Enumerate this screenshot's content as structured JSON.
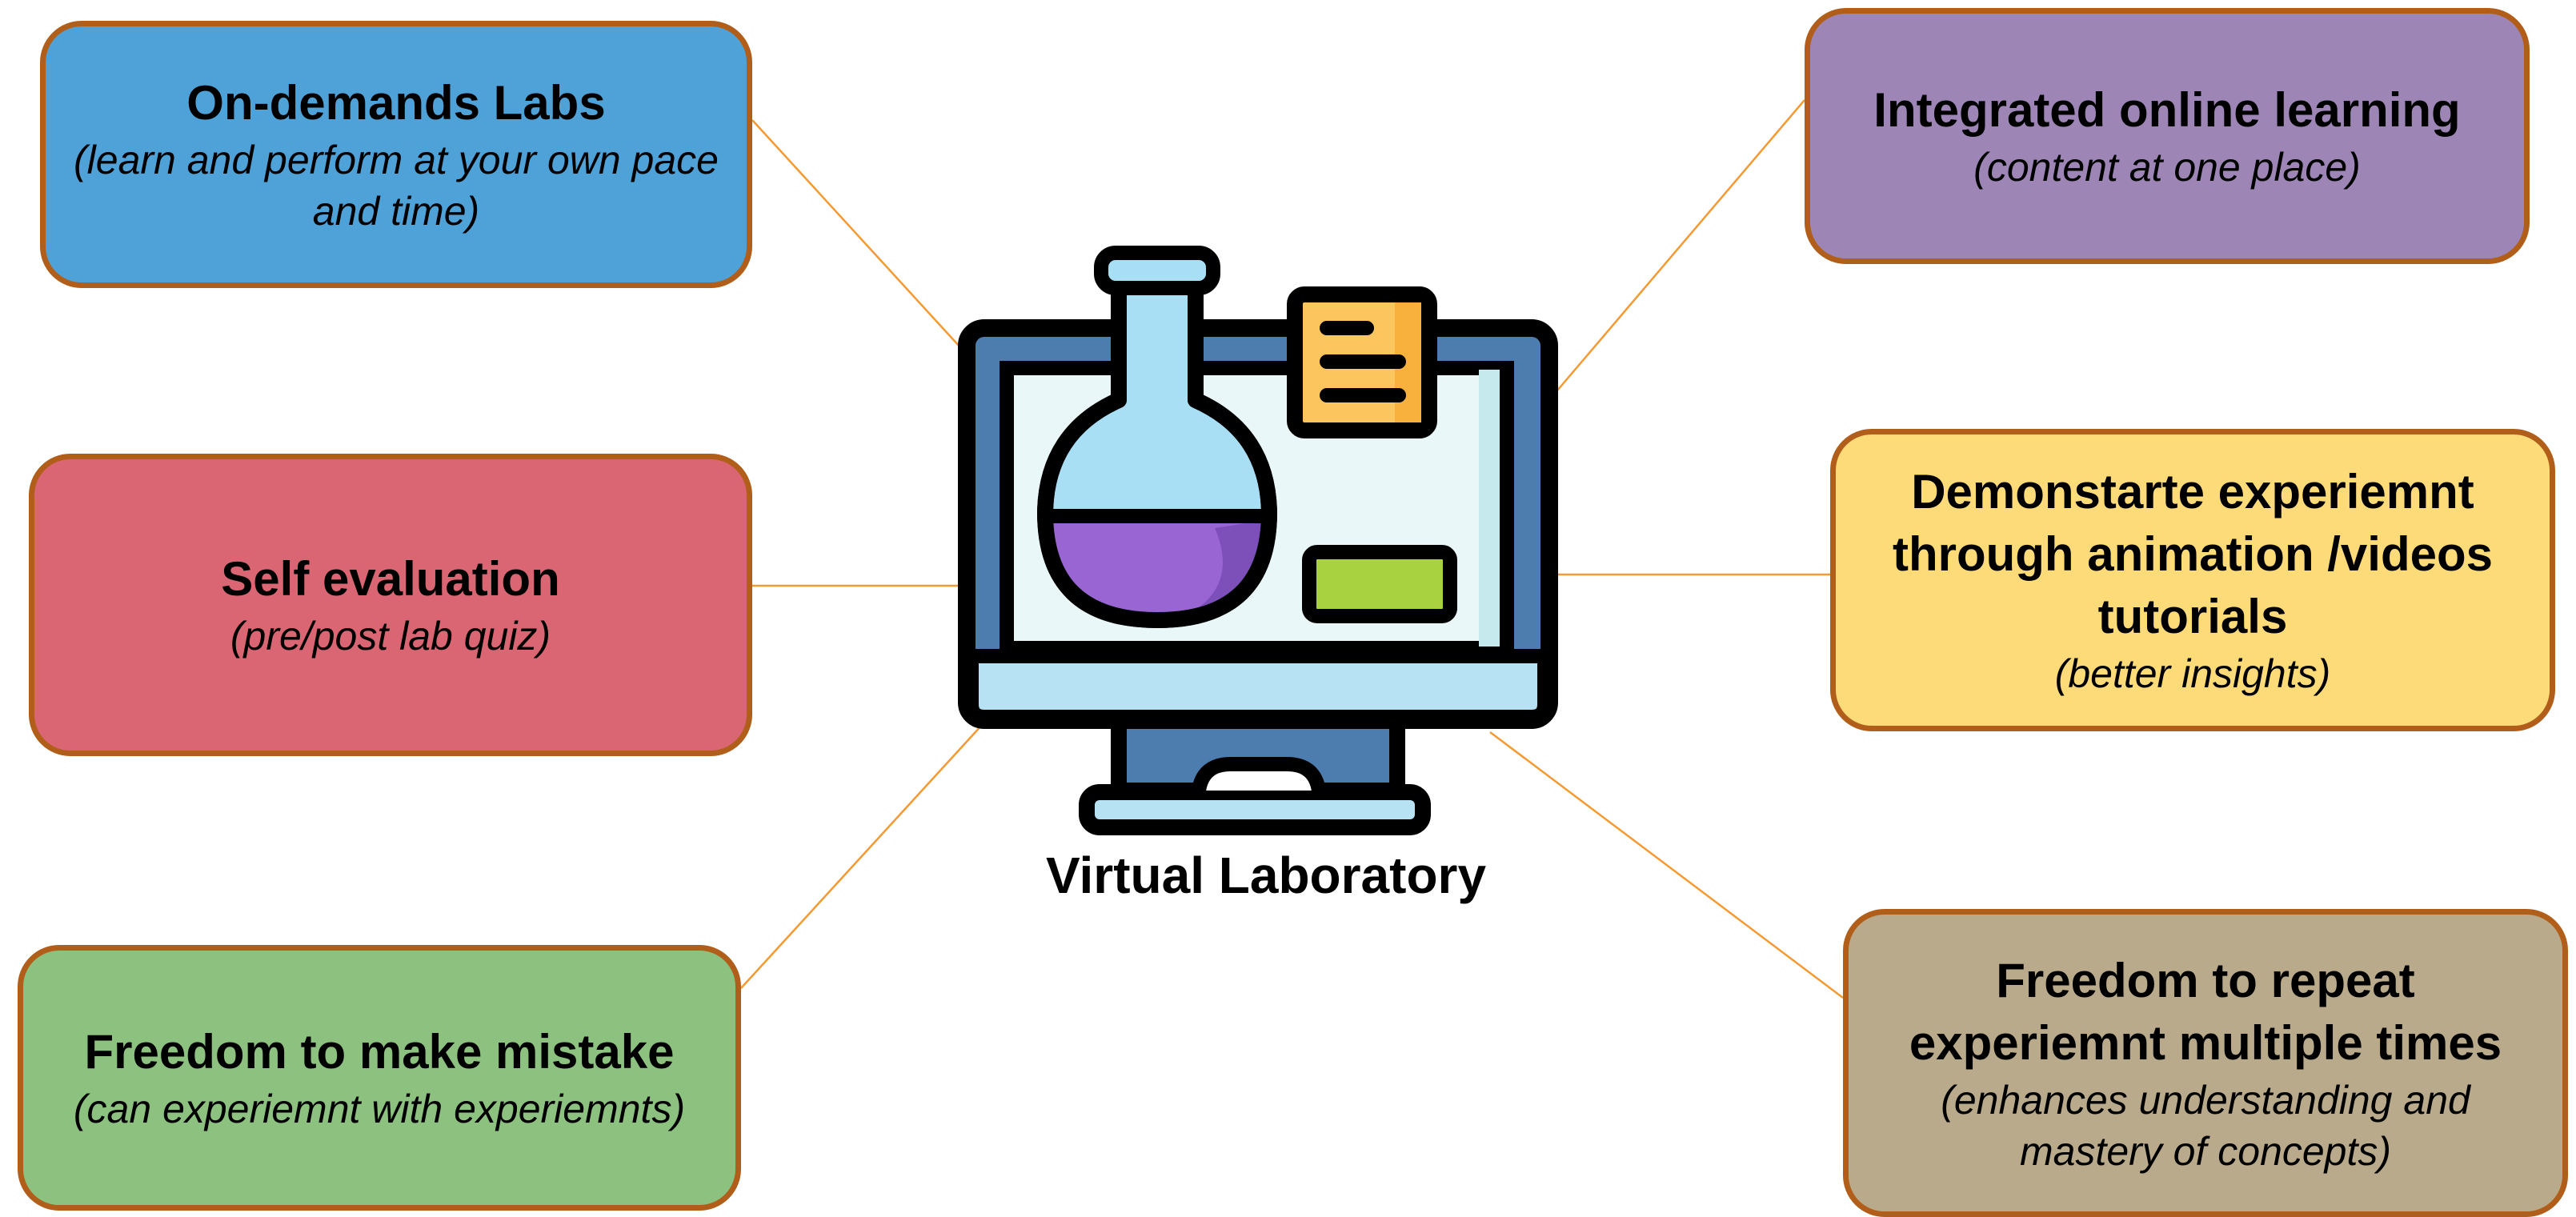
{
  "diagram": {
    "center": {
      "label": "Virtual Laboratory",
      "icon": "monitor-flask-icon"
    },
    "nodes": [
      {
        "id": "on-demand-labs",
        "title": "On-demands Labs",
        "subtitle": "(learn and perform at your own pace and time)",
        "color": "#4ea2d8"
      },
      {
        "id": "self-evaluation",
        "title": "Self evaluation",
        "subtitle": "(pre/post lab quiz)",
        "color": "#d96672"
      },
      {
        "id": "freedom-mistake",
        "title": "Freedom to make mistake",
        "subtitle": "(can experiemnt with experiemnts)",
        "color": "#8cc17f"
      },
      {
        "id": "integrated-learning",
        "title": "Integrated online learning",
        "subtitle": "(content at one place)",
        "color": "#9d86b6"
      },
      {
        "id": "demonstrate",
        "title": "Demonstarte experiemnt through animation /videos tutorials",
        "subtitle": "(better insights)",
        "color": "#fddb78"
      },
      {
        "id": "freedom-repeat",
        "title": "Freedom to repeat experiemnt multiple times",
        "subtitle": "(enhances understanding and mastery of concepts)",
        "color": "#b8aa8a"
      }
    ],
    "colors": {
      "border": "#b05e1a",
      "connector": "#f59a32",
      "outline": "#000000"
    }
  }
}
